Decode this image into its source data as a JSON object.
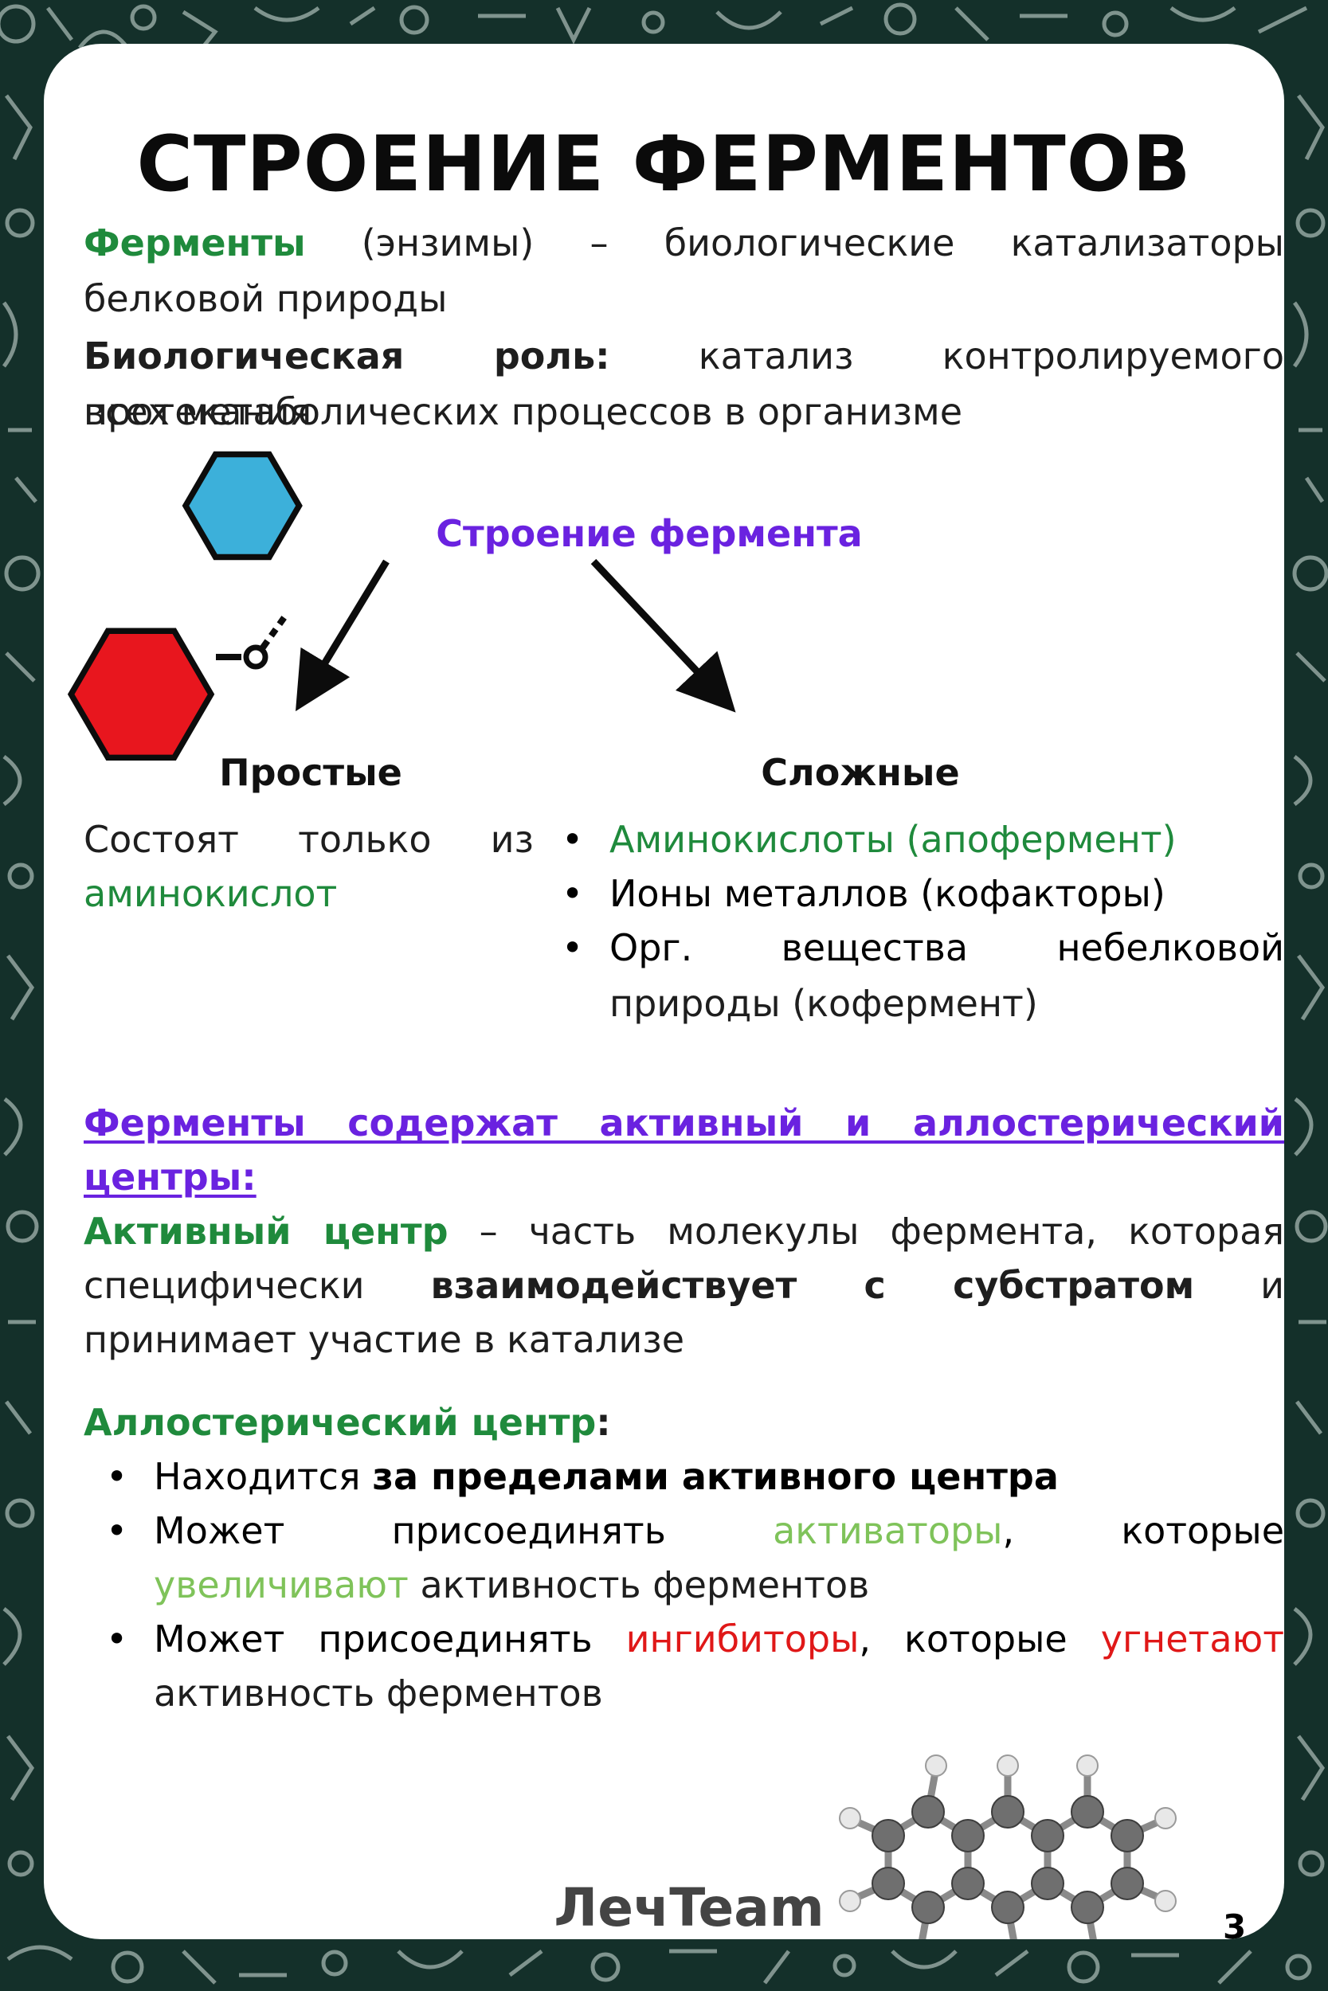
{
  "header": {
    "title": "СТРОЕНИЕ ФЕРМЕНТОВ"
  },
  "intro": {
    "def_term": "Ферменты",
    "def_rest1": "(энзимы) – биологические катализаторы",
    "def_rest2": "белковой природы",
    "role_label": "Биологическая роль:",
    "role_rest1": "катализ контролируемого протекания",
    "role_rest2": "всех метаболических процессов в организме"
  },
  "structure": {
    "heading": "Строение фермента",
    "simple": {
      "title": "Простые",
      "line1": "Состоят только из",
      "line2": "аминокислот"
    },
    "complex": {
      "title": "Сложные",
      "items": [
        {
          "line1": "Аминокислоты (апофермент)"
        },
        {
          "line1": "Ионы металлов (кофакторы)"
        },
        {
          "line1": "Орг. вещества небелковой",
          "line2": "природы (кофермент)"
        }
      ]
    },
    "colors": {
      "red_ring": "#e8161e",
      "blue_ring": "#3cb0da",
      "heading": "#6a22e0",
      "green": "#1f8a3c"
    }
  },
  "centers": {
    "heading1": "Ферменты содержат активный и аллостерический",
    "heading2": "центры:",
    "active_term": "Активный центр",
    "active_rest1": "– часть молекулы фермента, которая",
    "active_specific": "специфически",
    "active_bold": "взаимодействует с субстратом",
    "active_and": "и",
    "active_rest3": "принимает участие в катализе",
    "allo_term": "Аллостерический центр",
    "allo_colon": ":",
    "allo_items": {
      "i1_pre": "Находится",
      "i1_bold": "за пределами активного центра",
      "i2_pre": "Может присоединять",
      "i2_act": "активаторы",
      "i2_mid": ", которые",
      "i2_inc": "увеличивают",
      "i2_post": "активность ферментов",
      "i3_pre": "Может присоединять",
      "i3_inh": "ингибиторы",
      "i3_mid": ", которые",
      "i3_sup": "угнетают",
      "i3_post": "активность ферментов"
    },
    "colors": {
      "activator": "#7fc35a",
      "inhibitor": "#e01818"
    }
  },
  "footer": {
    "logo": "ЛечTeam",
    "page": "3"
  }
}
